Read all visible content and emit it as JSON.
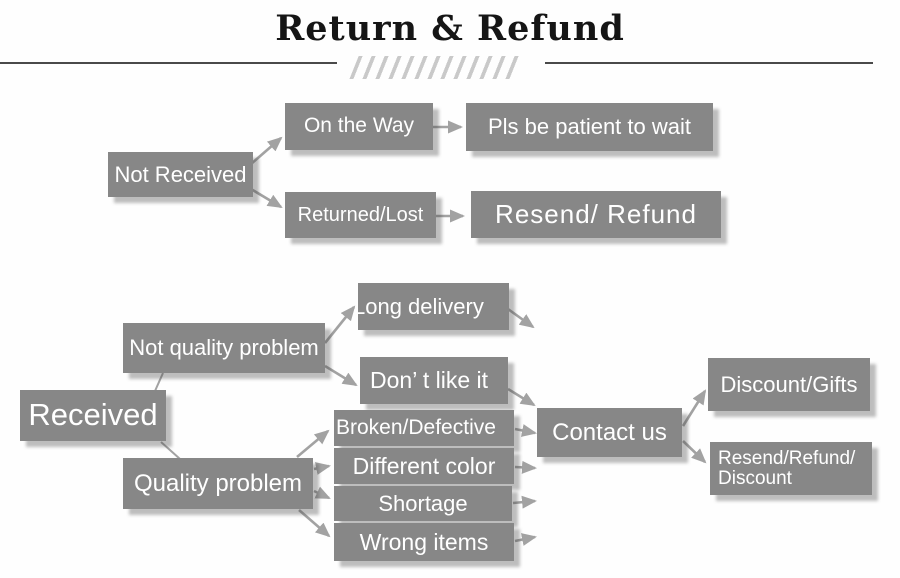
{
  "title": "Return & Refund",
  "colors": {
    "box": "#878787",
    "box_text": "#ffffff",
    "title_text": "#151515",
    "divider_line": "#4a4a4a",
    "hatch": "#c9c9c9",
    "connector": "#a2a2a2",
    "background": "#fefefe"
  },
  "nodes": {
    "not_received": {
      "label": "Not Received"
    },
    "on_the_way": {
      "label": "On the Way"
    },
    "pls_wait": {
      "label": "Pls be patient to wait"
    },
    "returned_lost": {
      "label": "Returned/Lost"
    },
    "resend_refund": {
      "label": "Resend/ Refund"
    },
    "received": {
      "label": "Received"
    },
    "not_quality_problem": {
      "label": "Not quality problem"
    },
    "long_delivery": {
      "label": "Long delivery"
    },
    "dont_like_it": {
      "label": "Don’ t like it"
    },
    "quality_problem": {
      "label": "Quality problem"
    },
    "broken_defective": {
      "label": "Broken/Defective"
    },
    "different_color": {
      "label": "Different color"
    },
    "shortage": {
      "label": "Shortage"
    },
    "wrong_items": {
      "label": "Wrong items"
    },
    "contact_us": {
      "label": "Contact us"
    },
    "discount_gifts": {
      "label": "Discount/Gifts"
    },
    "resend_refund_discount": {
      "line1": "Resend/Refund/",
      "line2": "Discount"
    }
  },
  "edges": [
    {
      "from": "not_received",
      "to": "on_the_way",
      "arrow": true
    },
    {
      "from": "not_received",
      "to": "returned_lost",
      "arrow": true
    },
    {
      "from": "on_the_way",
      "to": "pls_wait",
      "arrow": true
    },
    {
      "from": "returned_lost",
      "to": "resend_refund",
      "arrow": true
    },
    {
      "from": "received",
      "to": "not_quality_problem",
      "arrow": false
    },
    {
      "from": "received",
      "to": "quality_problem",
      "arrow": false
    },
    {
      "from": "not_quality_problem",
      "to": "long_delivery",
      "arrow": true
    },
    {
      "from": "not_quality_problem",
      "to": "dont_like_it",
      "arrow": true
    },
    {
      "from": "long_delivery",
      "to": "contact_us",
      "arrow": true
    },
    {
      "from": "dont_like_it",
      "to": "contact_us",
      "arrow": true
    },
    {
      "from": "quality_problem",
      "to": "broken_defective",
      "arrow": true
    },
    {
      "from": "quality_problem",
      "to": "different_color",
      "arrow": true
    },
    {
      "from": "quality_problem",
      "to": "shortage",
      "arrow": true
    },
    {
      "from": "quality_problem",
      "to": "wrong_items",
      "arrow": true
    },
    {
      "from": "broken_defective",
      "to": "contact_us",
      "arrow": true
    },
    {
      "from": "different_color",
      "to": "contact_us",
      "arrow": true
    },
    {
      "from": "shortage",
      "to": "contact_us",
      "arrow": true
    },
    {
      "from": "wrong_items",
      "to": "contact_us",
      "arrow": true
    },
    {
      "from": "contact_us",
      "to": "discount_gifts",
      "arrow": true
    },
    {
      "from": "contact_us",
      "to": "resend_refund_discount",
      "arrow": true
    }
  ]
}
